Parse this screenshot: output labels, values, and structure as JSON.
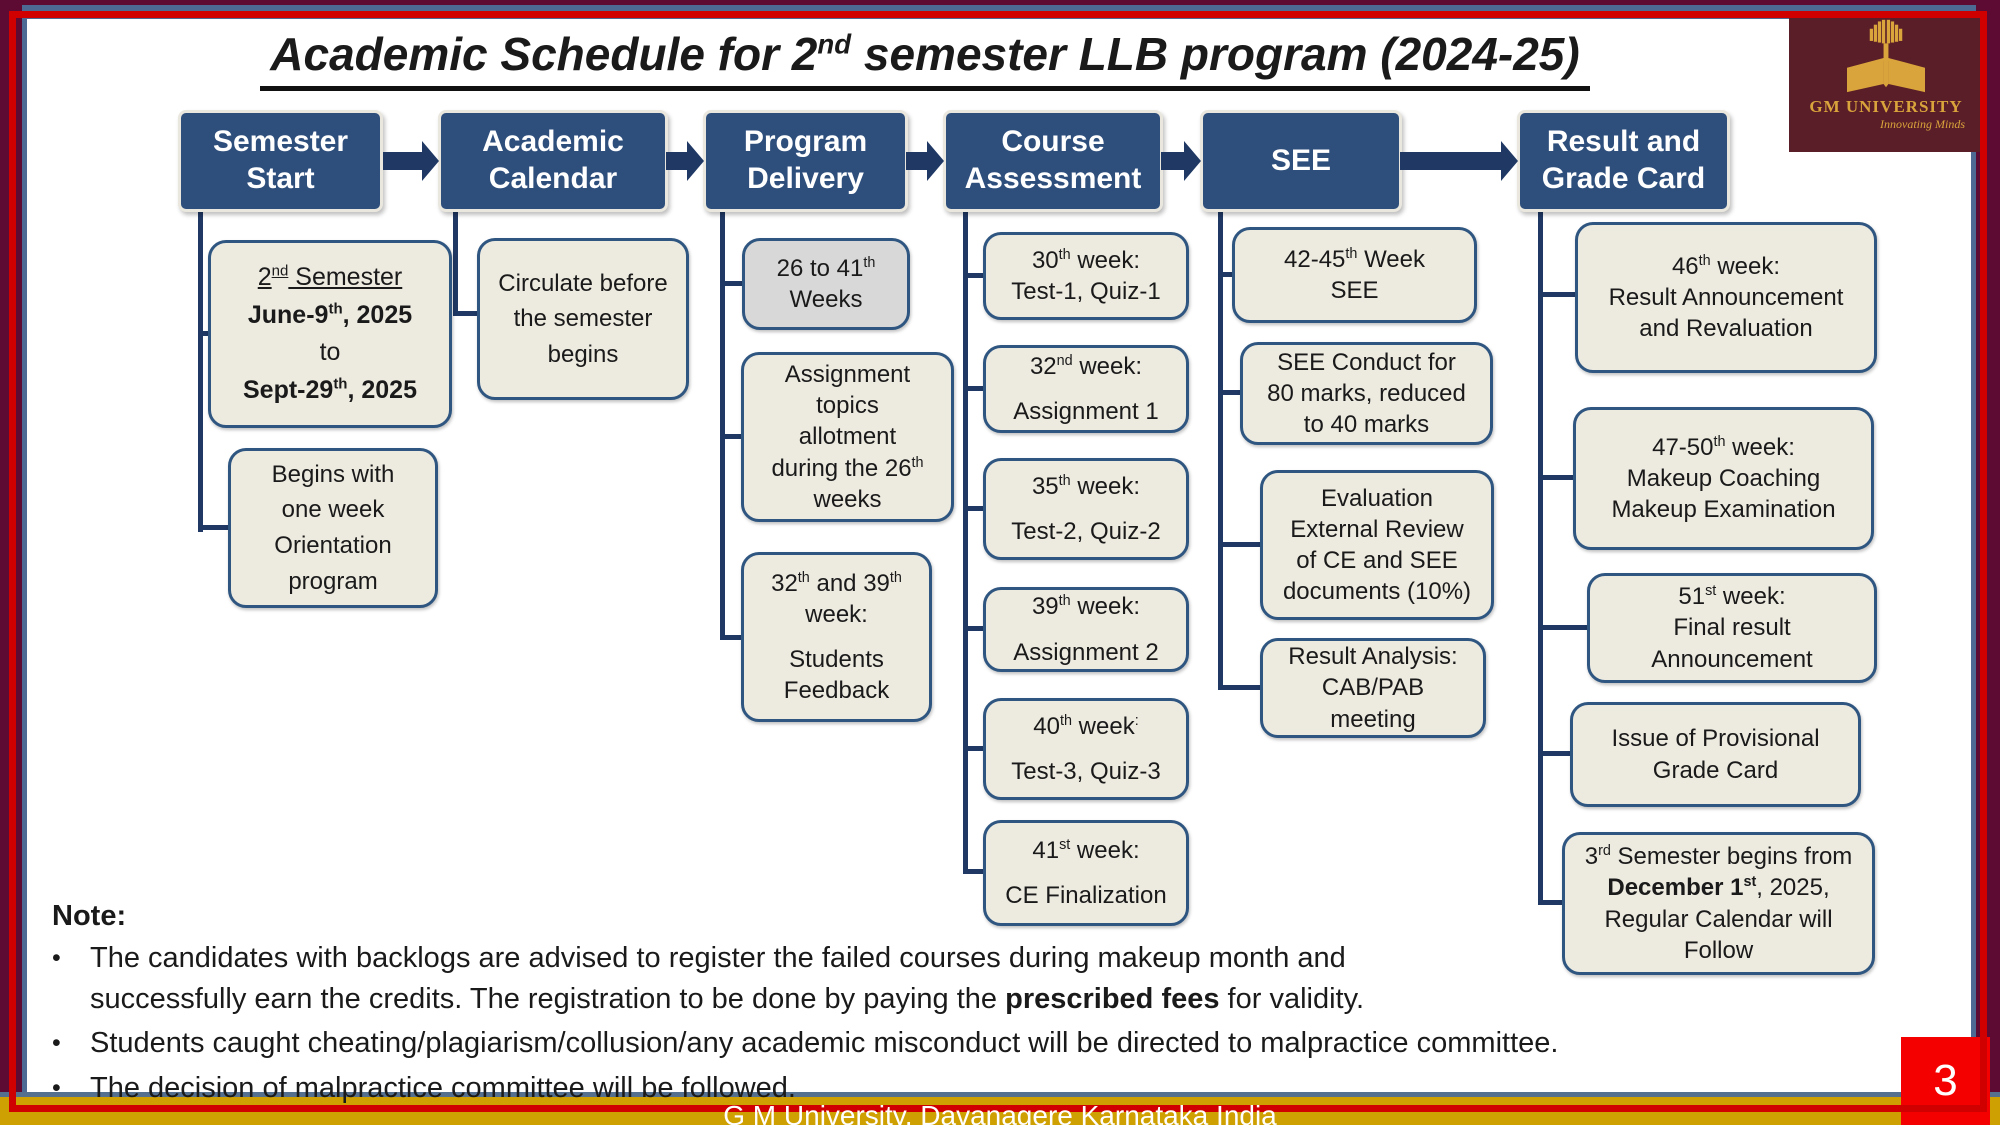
{
  "slide": {
    "title": [
      {
        "segs": [
          {
            "t": "Academic Schedule for 2"
          },
          {
            "t": "nd",
            "sup": true
          },
          {
            "t": " semester LLB program (2024-25)"
          }
        ]
      }
    ],
    "page_number": "3",
    "footer_text": "G M University, Davanagere Karnataka India",
    "logo": {
      "university": "GM UNIVERSITY",
      "tagline": "Innovating Minds"
    },
    "colors": {
      "header_fill": "#2E4E7C",
      "connector": "#1F3864",
      "box_fill": "#EDEAE0",
      "box_border": "#2F5680",
      "box_gray": "#D8D8D8",
      "frame_red": "#D00000",
      "frame_maroon": "#5E0B33",
      "frame_blue": "#4D6A94",
      "footer_gold": "#CFA002",
      "page_badge_red": "#F40000",
      "logo_bg": "#5A1E28",
      "logo_gold": "#D9A43B"
    }
  },
  "columns": [
    {
      "header": "Semester Start",
      "boxes": [
        {
          "lines": [
            {
              "segs": [
                {
                  "t": "2",
                  "u": true
                },
                {
                  "t": "nd",
                  "sup": true,
                  "u": true
                },
                {
                  "t": " Semester",
                  "u": true
                }
              ]
            },
            {
              "segs": [
                {
                  "t": "June-9",
                  "b": true
                },
                {
                  "t": "th",
                  "sup": true,
                  "b": true
                },
                {
                  "t": ", 2025",
                  "b": true
                }
              ]
            },
            "to",
            {
              "segs": [
                {
                  "t": "Sept-29",
                  "b": true
                },
                {
                  "t": "th",
                  "sup": true,
                  "b": true
                },
                {
                  "t": ", 2025",
                  "b": true
                }
              ]
            }
          ]
        },
        {
          "lines": [
            "Begins with",
            "one week",
            "Orientation",
            "program"
          ]
        }
      ]
    },
    {
      "header": "Academic Calendar",
      "boxes": [
        {
          "lines": [
            "Circulate before",
            "the semester",
            "begins"
          ]
        }
      ]
    },
    {
      "header": "Program Delivery",
      "boxes": [
        {
          "lines": [
            {
              "segs": [
                {
                  "t": "26 to 41"
                },
                {
                  "t": "th",
                  "sup": true
                }
              ]
            },
            "Weeks"
          ]
        },
        {
          "lines": [
            "Assignment",
            "topics",
            "allotment",
            {
              "segs": [
                {
                  "t": "during the 26"
                },
                {
                  "t": "th",
                  "sup": true
                }
              ]
            },
            "weeks"
          ]
        },
        {
          "lines": [
            {
              "segs": [
                {
                  "t": "32"
                },
                {
                  "t": "th",
                  "sup": true
                },
                {
                  "t": " and 39"
                },
                {
                  "t": "th",
                  "sup": true
                }
              ]
            },
            "week:",
            {
              "segs": [
                {
                  "t": "Students"
                }
              ],
              "gap": true
            },
            "Feedback"
          ]
        }
      ]
    },
    {
      "header": "Course Assessment",
      "boxes": [
        {
          "lines": [
            {
              "segs": [
                {
                  "t": "30"
                },
                {
                  "t": "th",
                  "sup": true
                },
                {
                  "t": " week:"
                }
              ]
            },
            "Test-1, Quiz-1"
          ]
        },
        {
          "lines": [
            {
              "segs": [
                {
                  "t": "32"
                },
                {
                  "t": "nd",
                  "sup": true
                },
                {
                  "t": " week:"
                }
              ]
            },
            {
              "segs": [
                {
                  "t": "Assignment 1"
                }
              ],
              "gap": true
            }
          ]
        },
        {
          "lines": [
            {
              "segs": [
                {
                  "t": "35"
                },
                {
                  "t": "th",
                  "sup": true
                },
                {
                  "t": " week:"
                }
              ]
            },
            {
              "segs": [
                {
                  "t": "Test-2, Quiz-2"
                }
              ],
              "gap": true
            }
          ]
        },
        {
          "lines": [
            {
              "segs": [
                {
                  "t": "39"
                },
                {
                  "t": "th",
                  "sup": true
                },
                {
                  "t": " week:"
                }
              ]
            },
            {
              "segs": [
                {
                  "t": "Assignment 2"
                }
              ],
              "gap": true
            }
          ]
        },
        {
          "lines": [
            {
              "segs": [
                {
                  "t": "40"
                },
                {
                  "t": "th",
                  "sup": true
                },
                {
                  "t": " week"
                },
                {
                  "t": ":",
                  "sup": true
                }
              ]
            },
            {
              "segs": [
                {
                  "t": "Test-3, Quiz-3"
                }
              ],
              "gap": true
            }
          ]
        },
        {
          "lines": [
            {
              "segs": [
                {
                  "t": "41"
                },
                {
                  "t": "st",
                  "sup": true
                },
                {
                  "t": " week:"
                }
              ]
            },
            {
              "segs": [
                {
                  "t": "CE Finalization"
                }
              ],
              "gap": true
            }
          ]
        }
      ]
    },
    {
      "header": "SEE",
      "boxes": [
        {
          "lines": [
            {
              "segs": [
                {
                  "t": "42-45"
                },
                {
                  "t": "th",
                  "sup": true
                },
                {
                  "t": " Week"
                }
              ]
            },
            "SEE"
          ]
        },
        {
          "lines": [
            "SEE Conduct for",
            "80 marks, reduced",
            "to 40 marks"
          ]
        },
        {
          "lines": [
            "Evaluation",
            "External Review",
            "of CE and SEE",
            "documents (10%)"
          ]
        },
        {
          "lines": [
            "Result Analysis:",
            "CAB/PAB",
            "meeting"
          ]
        }
      ]
    },
    {
      "header": "Result and Grade Card",
      "boxes": [
        {
          "lines": [
            {
              "segs": [
                {
                  "t": "46"
                },
                {
                  "t": "th",
                  "sup": true
                },
                {
                  "t": " week:"
                }
              ]
            },
            "Result Announcement",
            "and Revaluation"
          ]
        },
        {
          "lines": [
            {
              "segs": [
                {
                  "t": "47-50"
                },
                {
                  "t": "th",
                  "sup": true
                },
                {
                  "t": " week:"
                }
              ]
            },
            "Makeup Coaching",
            "Makeup Examination"
          ]
        },
        {
          "lines": [
            {
              "segs": [
                {
                  "t": "51"
                },
                {
                  "t": "st",
                  "sup": true
                },
                {
                  "t": " week:"
                }
              ]
            },
            "Final result",
            "Announcement"
          ]
        },
        {
          "lines": [
            "Issue of Provisional",
            "Grade Card"
          ]
        },
        {
          "lines": [
            {
              "segs": [
                {
                  "t": "3"
                },
                {
                  "t": "rd",
                  "sup": true
                },
                {
                  "t": " Semester begins from"
                }
              ]
            },
            {
              "segs": [
                {
                  "t": "December 1",
                  "b": true
                },
                {
                  "t": "st",
                  "sup": true,
                  "b": true
                },
                {
                  "t": ", 2025,"
                }
              ]
            },
            "Regular Calendar will",
            "Follow"
          ]
        }
      ]
    }
  ],
  "note": {
    "heading": "Note:",
    "bullet_glyph": "•",
    "bullets": [
      {
        "lines": [
          "The candidates with backlogs are advised to register the failed courses during makeup month and",
          {
            "segs": [
              {
                "t": "successfully earn the credits. The registration to be done by paying the "
              },
              {
                "t": "prescribed fees",
                "b": true
              },
              {
                "t": " for validity."
              }
            ]
          }
        ]
      },
      {
        "lines": [
          "Students caught cheating/plagiarism/collusion/any academic misconduct will be directed to malpractice committee."
        ]
      },
      {
        "lines": [
          "The decision of malpractice committee will be followed."
        ]
      }
    ]
  }
}
